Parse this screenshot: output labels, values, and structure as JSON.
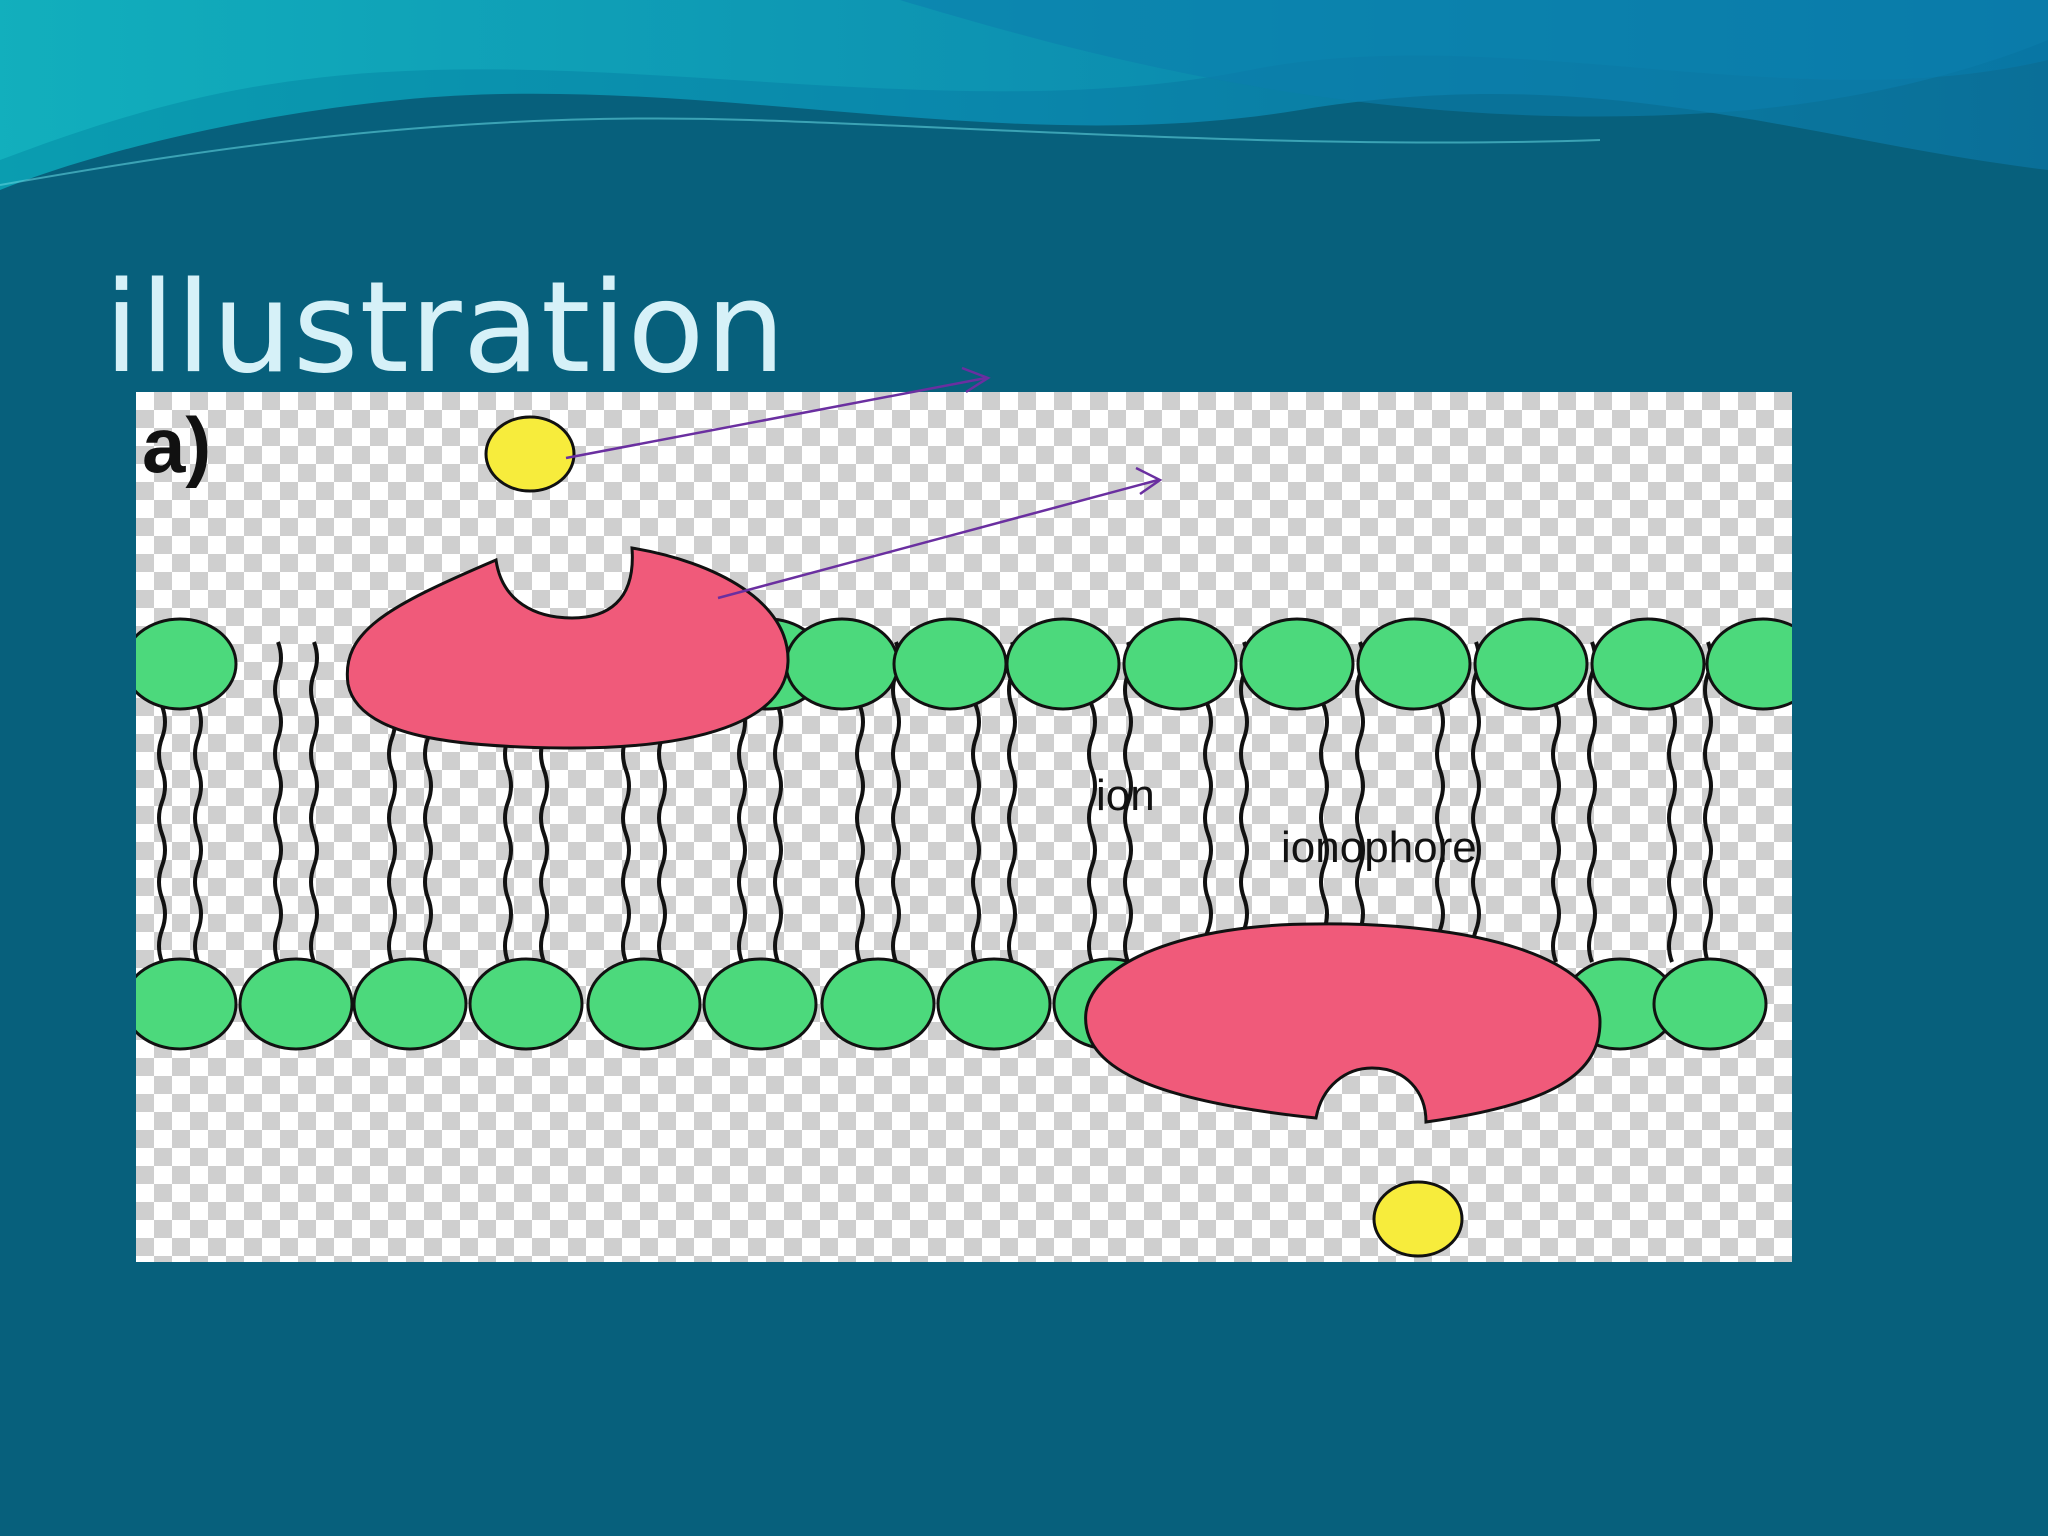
{
  "slide": {
    "title": "illustration"
  },
  "figure": {
    "panel_label": "a)",
    "labels": {
      "ion": "ion",
      "ionophore": "ionophore"
    },
    "colors": {
      "background": "#07607c",
      "title": "#d6f1f8",
      "lipid_head": "#4cd97c",
      "ionophore": "#f05a7a",
      "ion": "#f7ec3c",
      "arrow": "#6a2fa0"
    }
  }
}
